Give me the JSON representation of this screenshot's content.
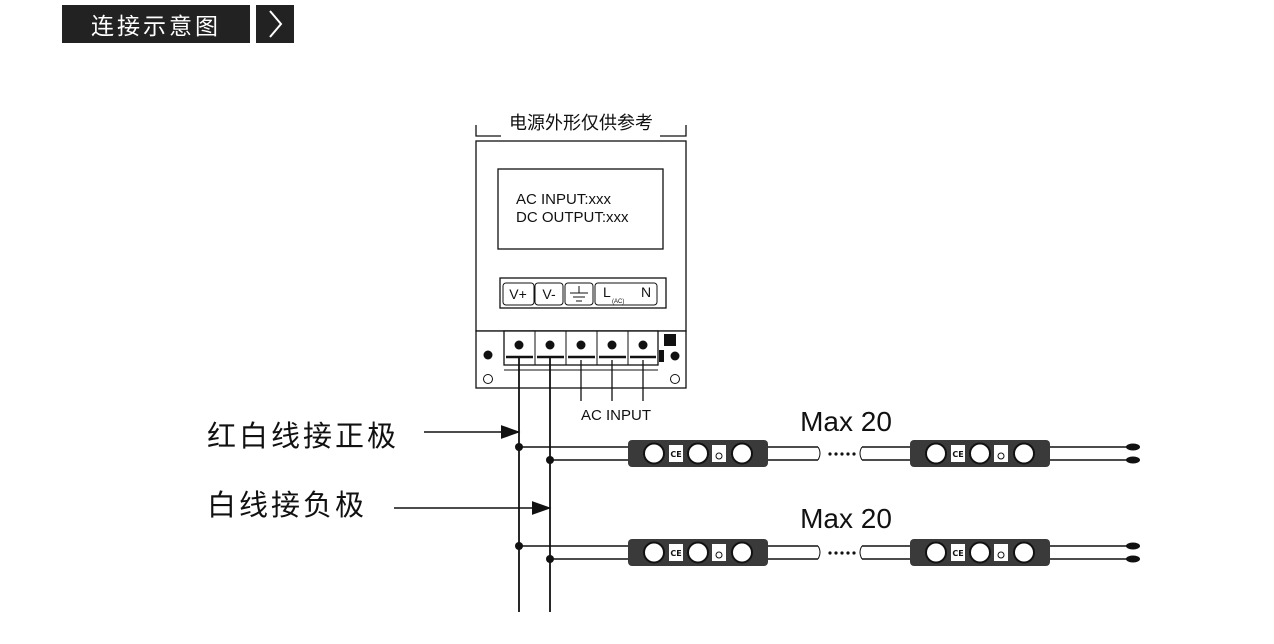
{
  "header": {
    "title": "连接示意图",
    "arrow_icon": "chevron-right-icon"
  },
  "psu": {
    "caption": "电源外形仅供参考",
    "label_line1": "AC INPUT:xxx",
    "label_line2": "DC OUTPUT:xxx",
    "terminals": [
      "V+",
      "V-",
      "",
      "L",
      "N"
    ],
    "terminal_subscript": "(AC)",
    "ground_icon": "ground-symbol-icon"
  },
  "ac_input_label": "AC INPUT",
  "rows": [
    {
      "annotation": "红白线接正极",
      "max_label": "Max 20"
    },
    {
      "annotation": "白线接负极",
      "max_label": "Max 20"
    }
  ],
  "module_icons": [
    "led-module-icon",
    "ce-mark-icon"
  ],
  "colors": {
    "ink": "#111111",
    "module_fill": "#3a3a3a",
    "header_bg": "#222222"
  }
}
